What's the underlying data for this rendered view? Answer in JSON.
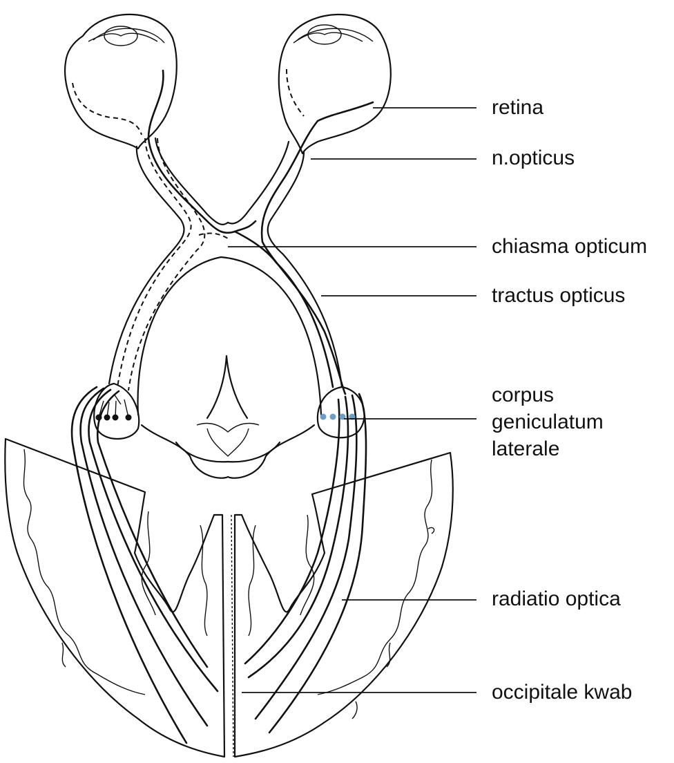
{
  "labels": {
    "retina": "retina",
    "n_opticus": "n.opticus",
    "chiasma_opticum": "chiasma opticum",
    "tractus_opticus": "tractus opticus",
    "corpus_line1": "corpus",
    "corpus_line2": "geniculatum",
    "corpus_line3": "laterale",
    "radiatio_optica": "radiatio optica",
    "occipitale_kwab": "occipitale kwab"
  },
  "colors": {
    "pathway_blue": "#6e9ec4",
    "outline": "#111111"
  }
}
